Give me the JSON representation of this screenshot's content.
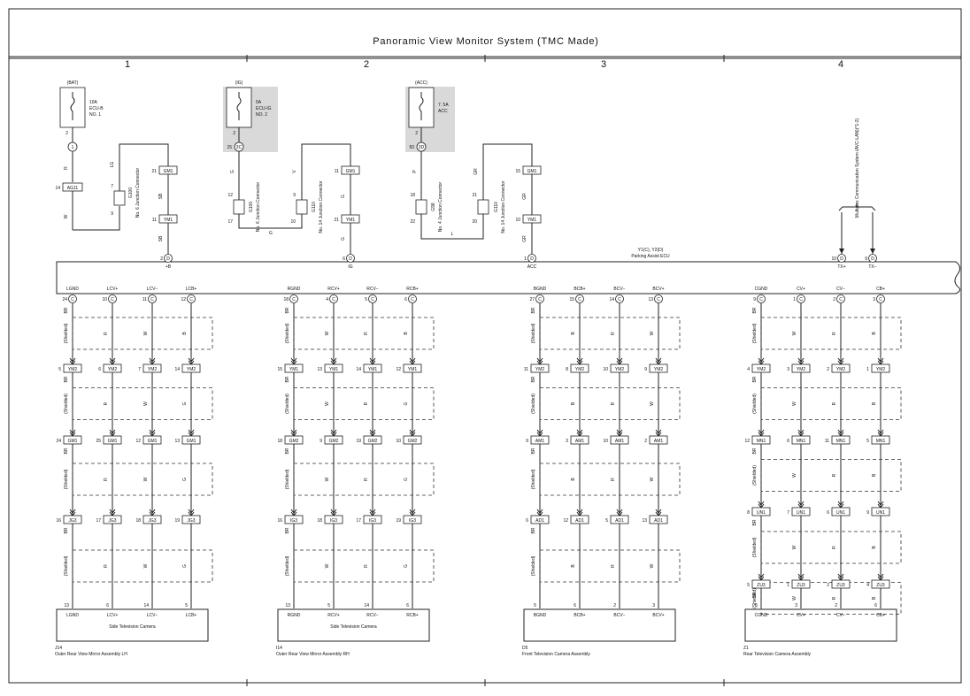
{
  "title": "Panoramic View Monitor System (TMC Made)",
  "zones": [
    "1",
    "2",
    "3",
    "4"
  ],
  "fuses": [
    {
      "src": "(BAT)",
      "rating": "10A",
      "name": "ECU-B",
      "sub": "NO. 1",
      "pin": "2",
      "conn": "1",
      "conn_pin": ""
    },
    {
      "src": "(IG)",
      "rating": "5A",
      "name": "ECU-IG",
      "sub": "NO. 2",
      "pin": "2",
      "conn": "3C",
      "conn_pin": "15"
    },
    {
      "src": "(ACC)",
      "rating": "7. 5A",
      "name": "ACC",
      "sub": "",
      "pin": "2",
      "conn": "3D",
      "conn_pin": "50"
    }
  ],
  "junctions": [
    {
      "id": "G100",
      "name": "No. 6 Junction Connector",
      "top": "7",
      "bottom": "9"
    },
    {
      "id": "G100",
      "name": "No. 6 Junction Connector",
      "top": "12",
      "bottom": "17"
    },
    {
      "id": "G110",
      "name": "No. 14 Junction Connector",
      "top": "9",
      "bottom": "10"
    },
    {
      "id": "G98",
      "name": "No. 4 Junction Connector",
      "top": "18",
      "bottom": "22"
    },
    {
      "id": "G110",
      "name": "No. 14 Junction Connector",
      "top": "21",
      "bottom": "20"
    }
  ],
  "power_inputs": {
    "wire_colors": {
      "bat_a": "R",
      "bat_b": "W",
      "bat_c": "LG",
      "bat_d": "SB",
      "bat_e": "SB",
      "ig_a": "G",
      "ig_b": "V",
      "ig_c": "G",
      "ig_d": "G",
      "ig_e": "G",
      "acc_a": "P",
      "acc_b": "GR",
      "acc_c": "GR",
      "acc_d": "L",
      "acc_e": "GR"
    },
    "inline": {
      "ag11_pin": "14",
      "ag11": "AG11",
      "bat_gm1_pin": "21",
      "bat_ym1_pin": "11",
      "ig_gm1_pin": "11",
      "ig_ym1_pin": "21",
      "acc_gm1_pin": "15",
      "acc_ym1_pin": "10",
      "gm1": "GM1",
      "ym1": "YM1"
    }
  },
  "ecu": {
    "id": "Y1(C), Y2(D)",
    "name": "Parking Assist ECU",
    "power_pins": [
      {
        "pin": "2",
        "conn": "D",
        "label": "+B"
      },
      {
        "pin": "6",
        "conn": "D",
        "label": "IG"
      },
      {
        "pin": "1",
        "conn": "D",
        "label": "ACC"
      },
      {
        "pin": "10",
        "conn": "D",
        "label": "TX+"
      },
      {
        "pin": "9",
        "conn": "D",
        "label": "TX−"
      }
    ]
  },
  "multiplex": "Multiplex Communication System (AVC-LAN)(*1-2)",
  "shielded_label": "(Shielded)",
  "groups": [
    {
      "ecu_pins": [
        {
          "pin": "24",
          "conn": "C",
          "label": "LGND"
        },
        {
          "pin": "10",
          "conn": "C",
          "label": "LCV+"
        },
        {
          "pin": "11",
          "conn": "C",
          "label": "LCV−"
        },
        {
          "pin": "12",
          "conn": "C",
          "label": "LCB+"
        }
      ],
      "colors": [
        "BR",
        "R",
        "W",
        "B"
      ],
      "seg_colors": [
        [
          "",
          "R",
          "W",
          "B"
        ],
        [
          "",
          "R",
          "W",
          "G"
        ],
        [
          "",
          "R",
          "W",
          "G"
        ],
        [
          "",
          "R",
          "W",
          "G"
        ]
      ],
      "stages": [
        {
          "conn": "YM2",
          "pins": [
            "5",
            "6",
            "7",
            "14"
          ]
        },
        {
          "conn": "GM1",
          "pins": [
            "24",
            "25",
            "12",
            "13"
          ]
        },
        {
          "conn": "JG3",
          "pins": [
            "16",
            "17",
            "18",
            "19"
          ]
        }
      ],
      "bottom_pins": [
        "13",
        "6",
        "14",
        "5"
      ],
      "bottom_labels": [
        "LGND",
        "LCV+",
        "LCV−",
        "LCB+"
      ],
      "device_text": "Side Television Camera",
      "device_id": "J14",
      "device_name": "Outer Rear View Mirror Assembly LH"
    },
    {
      "ecu_pins": [
        {
          "pin": "18",
          "conn": "C",
          "label": "RGND"
        },
        {
          "pin": "4",
          "conn": "C",
          "label": "RCV+"
        },
        {
          "pin": "5",
          "conn": "C",
          "label": "RCV−"
        },
        {
          "pin": "6",
          "conn": "C",
          "label": "RCB+"
        }
      ],
      "colors": [
        "BR",
        "W",
        "R",
        "B"
      ],
      "seg_colors": [
        [
          "",
          "W",
          "R",
          "B"
        ],
        [
          "",
          "W",
          "R",
          "G"
        ],
        [
          "",
          "W",
          "R",
          "G"
        ],
        [
          "",
          "W",
          "R",
          "G"
        ]
      ],
      "stages": [
        {
          "conn": "YM1",
          "pins": [
            "15",
            "13",
            "14",
            "12"
          ]
        },
        {
          "conn": "GM2",
          "pins": [
            "18",
            "9",
            "19",
            "10"
          ]
        },
        {
          "conn": "IG3",
          "pins": [
            "16",
            "18",
            "17",
            "19"
          ]
        }
      ],
      "bottom_pins": [
        "13",
        "5",
        "14",
        "6"
      ],
      "bottom_labels": [
        "RGND",
        "RCV+",
        "RCV−",
        "RCB+"
      ],
      "device_text": "Side Television Camera",
      "device_id": "I14",
      "device_name": "Outer Rear View Mirror Assembly RH"
    },
    {
      "ecu_pins": [
        {
          "pin": "27",
          "conn": "C",
          "label": "BGND"
        },
        {
          "pin": "15",
          "conn": "C",
          "label": "BCB+"
        },
        {
          "pin": "14",
          "conn": "C",
          "label": "BCV−"
        },
        {
          "pin": "13",
          "conn": "C",
          "label": "BCV+"
        }
      ],
      "colors": [
        "BR",
        "B",
        "R",
        "W"
      ],
      "seg_colors": [
        [
          "",
          "B",
          "R",
          "W"
        ],
        [
          "",
          "B",
          "R",
          "W"
        ],
        [
          "",
          "B",
          "R",
          "W"
        ],
        [
          "",
          "B",
          "R",
          "W"
        ]
      ],
      "stages": [
        {
          "conn": "YM2",
          "pins": [
            "11",
            "8",
            "10",
            "9"
          ]
        },
        {
          "conn": "AM1",
          "pins": [
            "9",
            "3",
            "10",
            "2"
          ]
        },
        {
          "conn": "AD1",
          "pins": [
            "6",
            "12",
            "5",
            "13"
          ]
        }
      ],
      "bottom_pins": [
        "5",
        "6",
        "2",
        "3"
      ],
      "bottom_labels": [
        "BGND",
        "BCB+",
        "BCV−",
        "BCV+"
      ],
      "device_text": "",
      "device_id": "D5",
      "device_name": "Front Television Camera Assembly"
    },
    {
      "ecu_pins": [
        {
          "pin": "9",
          "conn": "C",
          "label": "CGND"
        },
        {
          "pin": "1",
          "conn": "C",
          "label": "CV+"
        },
        {
          "pin": "2",
          "conn": "C",
          "label": "CV−"
        },
        {
          "pin": "3",
          "conn": "C",
          "label": "CB+"
        }
      ],
      "colors": [
        "BR",
        "W",
        "R",
        "B"
      ],
      "seg_colors": [
        [
          "",
          "W",
          "R",
          "B"
        ],
        [
          "",
          "W",
          "R",
          "B"
        ],
        [
          "",
          "W",
          "R",
          "B"
        ],
        [
          "",
          "W",
          "R",
          "B"
        ],
        [
          "",
          "W",
          "R",
          "B"
        ]
      ],
      "stages": [
        {
          "conn": "YM2",
          "pins": [
            "4",
            "3",
            "2",
            "1"
          ]
        },
        {
          "conn": "MN1",
          "pins": [
            "12",
            "6",
            "11",
            "5"
          ]
        },
        {
          "conn": "UN1",
          "pins": [
            "8",
            "7",
            "6",
            "9"
          ]
        },
        {
          "conn": "ZU3",
          "pins": [
            "5",
            "1",
            "2",
            "4"
          ]
        }
      ],
      "bottom_pins": [
        "5",
        "3",
        "2",
        "6"
      ],
      "bottom_labels": [
        "CGND",
        "CV+",
        "CV−",
        "CB+"
      ],
      "device_text": "",
      "device_id": "Z1",
      "device_name": "Rear Television Camera Assembly"
    }
  ]
}
